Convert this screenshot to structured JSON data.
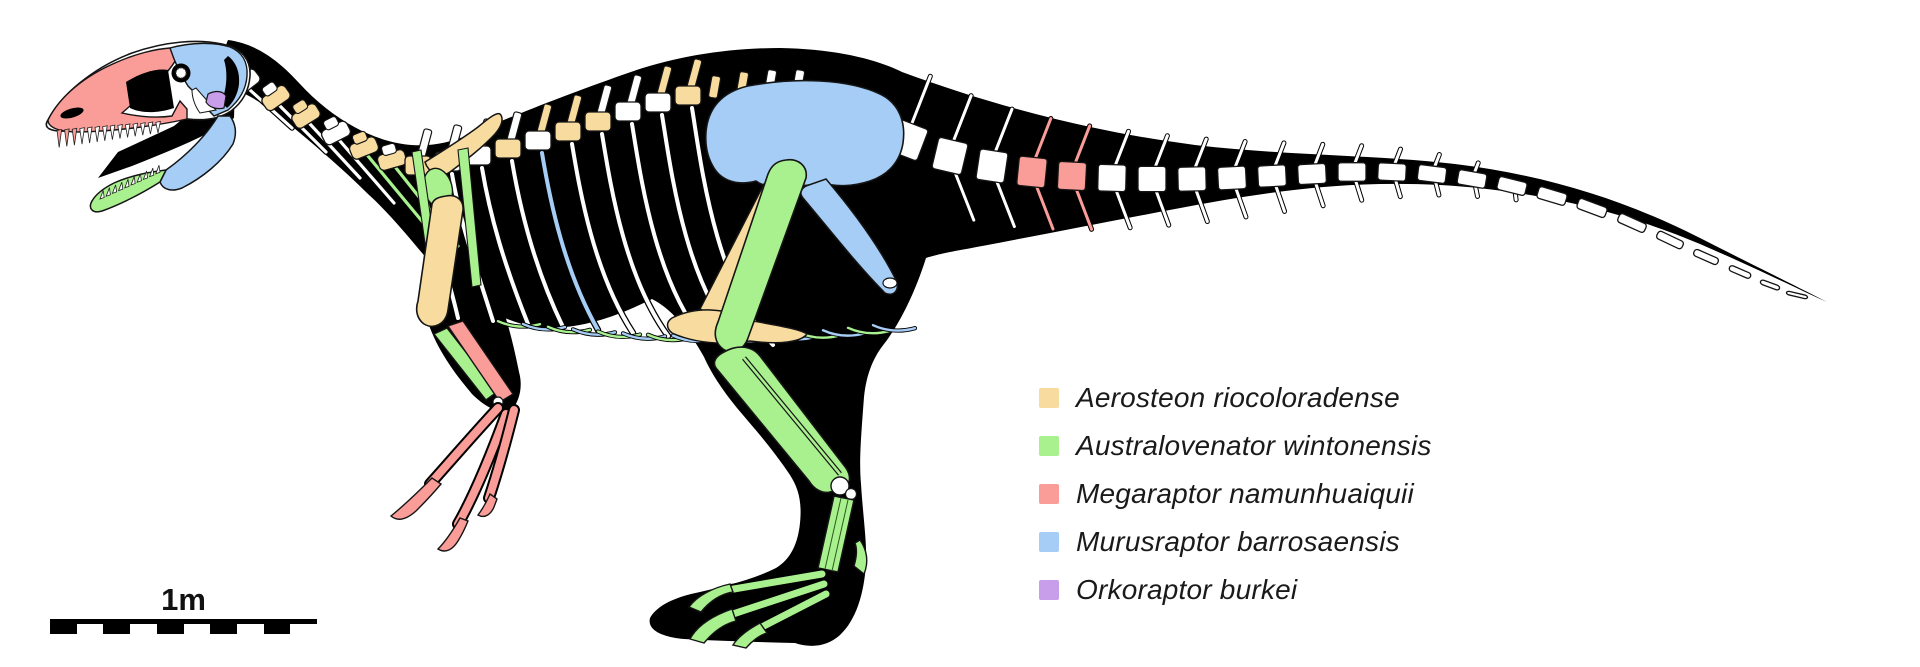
{
  "figure": {
    "type": "skeletal-reconstruction-diagram",
    "subject": "Megaraptoran theropod skeletal reconstruction with bones color-coded by the species they are known from",
    "background": "#ffffff",
    "silhouette_color": "#000000",
    "bone_color": "#ffffff",
    "outline_color": "#151515"
  },
  "legend": {
    "items": [
      {
        "label": "Aerosteon riocoloradense",
        "color": "#F8DB9E"
      },
      {
        "label": "Australovenator wintonensis",
        "color": "#A9F08E"
      },
      {
        "label": "Megaraptor namunhuaiquii",
        "color": "#FA9C98"
      },
      {
        "label": "Murusraptor barrosaensis",
        "color": "#A6CDF5"
      },
      {
        "label": "Orkoraptor burkei",
        "color": "#C89DE9"
      }
    ]
  },
  "colored_elements": {
    "Aerosteon riocoloradense": "neck and back vertebrae, scapula, humerus, pubis",
    "Australovenator wintonensis": "lower jaw tip, forearm, hindlimb, foot, gastralia",
    "Megaraptor namunhuaiquii": "snout, ulna, hand with large claws, two mid-tail vertebrae",
    "Murusraptor barrosaensis": "skull roof and rear lower jaw, one rib, ilium, ischium, gastralia",
    "Orkoraptor burkei": "small skull element behind the orbit"
  },
  "scale_bar": {
    "label": "1m",
    "segments": 10,
    "first_segment_color": "#000000"
  },
  "text_color": "#1a1a1a"
}
